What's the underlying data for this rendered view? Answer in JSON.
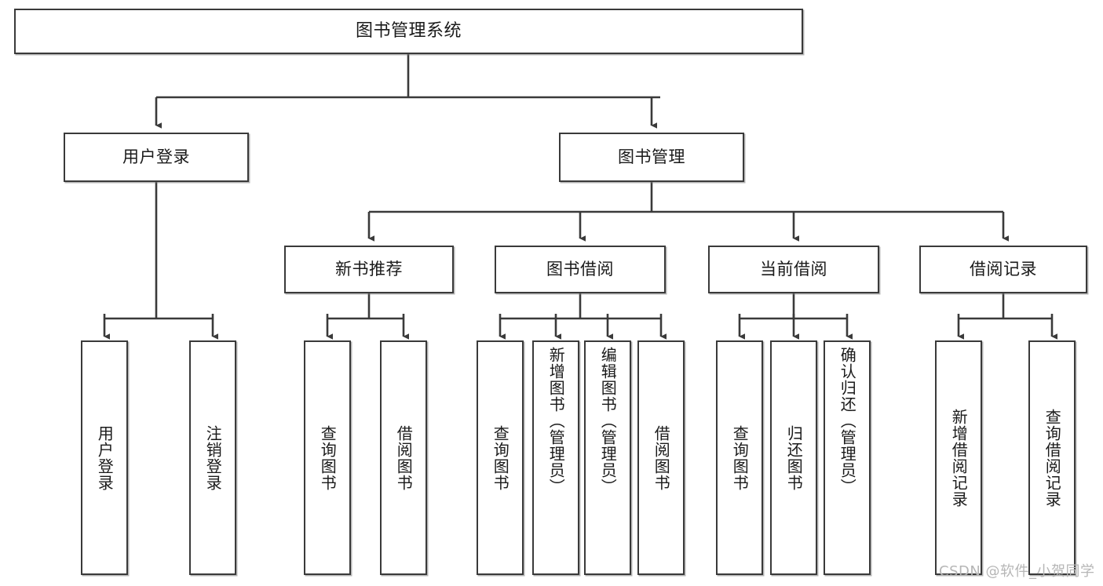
{
  "diagram": {
    "title": "图书管理系统",
    "type": "tree",
    "colors": {
      "stroke": "#3a3a3a",
      "fill": "#ffffff",
      "text": "#1a1a1a",
      "watermark": "#b6b6b6"
    },
    "nodes": {
      "root": {
        "label": "图书管理系统"
      },
      "level2": [
        {
          "label": "用户登录"
        },
        {
          "label": "图书管理"
        }
      ],
      "level3": [
        {
          "label": "新书推荐"
        },
        {
          "label": "图书借阅"
        },
        {
          "label": "当前借阅"
        },
        {
          "label": "借阅记录"
        }
      ],
      "leaves": {
        "user_login": [
          {
            "label": "用户登录"
          },
          {
            "label": "注销登录"
          }
        ],
        "new_book": [
          {
            "label": "查询图书"
          },
          {
            "label": "借阅图书"
          }
        ],
        "book_borrow": [
          {
            "label": "查询图书"
          },
          {
            "label": "新增图书（管理员）"
          },
          {
            "label": "编辑图书（管理员）"
          },
          {
            "label": "借阅图书"
          }
        ],
        "current_borrow": [
          {
            "label": "查询图书"
          },
          {
            "label": "归还图书"
          },
          {
            "label": "确认归还（管理员）"
          }
        ],
        "borrow_record": [
          {
            "label": "新增借阅记录"
          },
          {
            "label": "查询借阅记录"
          }
        ]
      }
    },
    "watermark": "CSDN @软件_小贺同学"
  }
}
